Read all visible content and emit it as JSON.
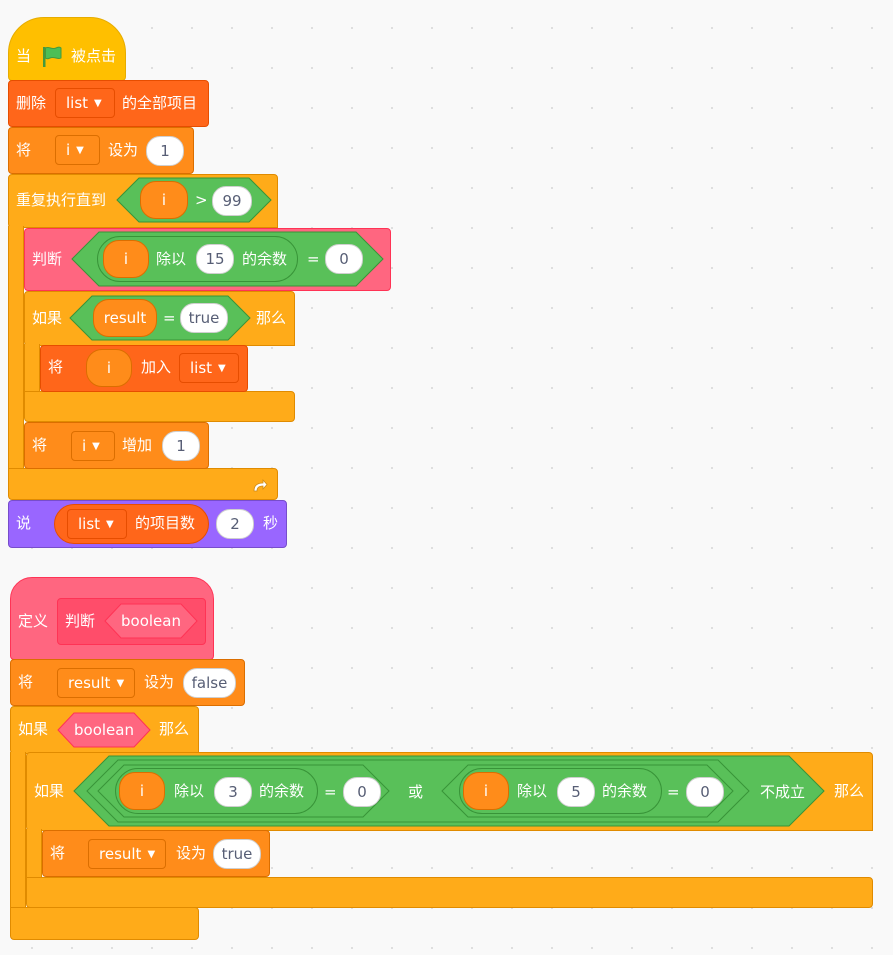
{
  "script1": {
    "hat": {
      "prefix": "当",
      "flag_icon": "green-flag-icon",
      "suffix": "被点击"
    },
    "delete_all": {
      "label": "删除",
      "list": "list",
      "suffix": "的全部项目"
    },
    "set_i": {
      "label": "将",
      "var": "i",
      "to": "设为",
      "value": "1"
    },
    "repeat_until": {
      "label": "重复执行直到",
      "left": "i",
      "op": ">",
      "right": "99"
    },
    "call_judge": {
      "label": "判断",
      "left": "i",
      "mod": "除以",
      "divisor": "15",
      "rem": "的余数",
      "eq": "=",
      "right": "0"
    },
    "if_block": {
      "label": "如果",
      "left": "result",
      "eq": "=",
      "right": "true",
      "then": "那么"
    },
    "add_to_list": {
      "label": "将",
      "item": "i",
      "add": "加入",
      "list": "list"
    },
    "change_i": {
      "label": "将",
      "var": "i",
      "change": "增加",
      "value": "1"
    },
    "loop_arrow": "loop-arrow-icon",
    "say": {
      "label": "说",
      "list": "list",
      "suffix": "的项目数",
      "secs": "2",
      "unit": "秒"
    }
  },
  "script2": {
    "define": {
      "label": "定义",
      "name": "判断",
      "param": "boolean"
    },
    "set_result": {
      "label": "将",
      "var": "result",
      "to": "设为",
      "value": "false"
    },
    "if_outer": {
      "label": "如果",
      "cond": "boolean",
      "then": "那么"
    },
    "if_inner": {
      "label": "如果",
      "left_num": "i",
      "left_mod": "除以",
      "left_div": "3",
      "left_rem": "的余数",
      "left_eq": "=",
      "left_val": "0",
      "or": "或",
      "right_num": "i",
      "right_mod": "除以",
      "right_div": "5",
      "right_rem": "的余数",
      "right_eq": "=",
      "right_val": "0",
      "not_true": "不成立",
      "then": "那么"
    },
    "set_true": {
      "label": "将",
      "var": "result",
      "to": "设为",
      "value": "true"
    }
  },
  "colors": {
    "events": "#ffbf00",
    "control": "#ffab19",
    "variables": "#ff8c1a",
    "lists": "#ff661a",
    "looks": "#9966ff",
    "custom": "#ff6680",
    "operators": "#59c059"
  }
}
